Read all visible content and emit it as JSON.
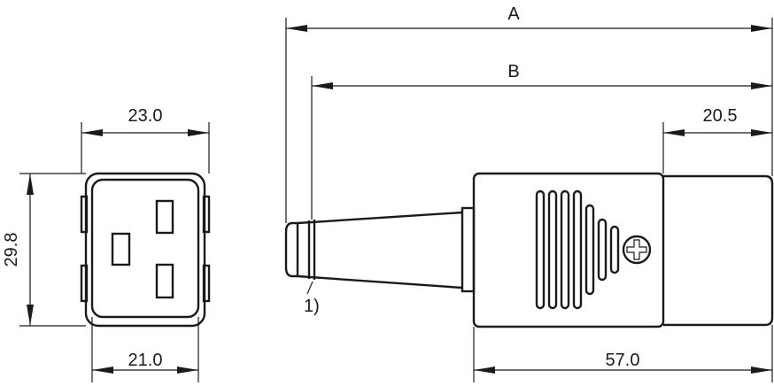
{
  "dimensions": {
    "front_width_top": "23.0",
    "front_height": "29.8",
    "front_width_bottom": "21.0",
    "overall_length": "A",
    "body_length": "B",
    "rear_length": "20.5",
    "housing_length": "57.0"
  },
  "callouts": {
    "strain_relief_note": "1)"
  },
  "icons": {
    "front_view": "c19-connector-face",
    "side_view": "connector-side-profile",
    "screw": "cross-head-screw-icon"
  }
}
